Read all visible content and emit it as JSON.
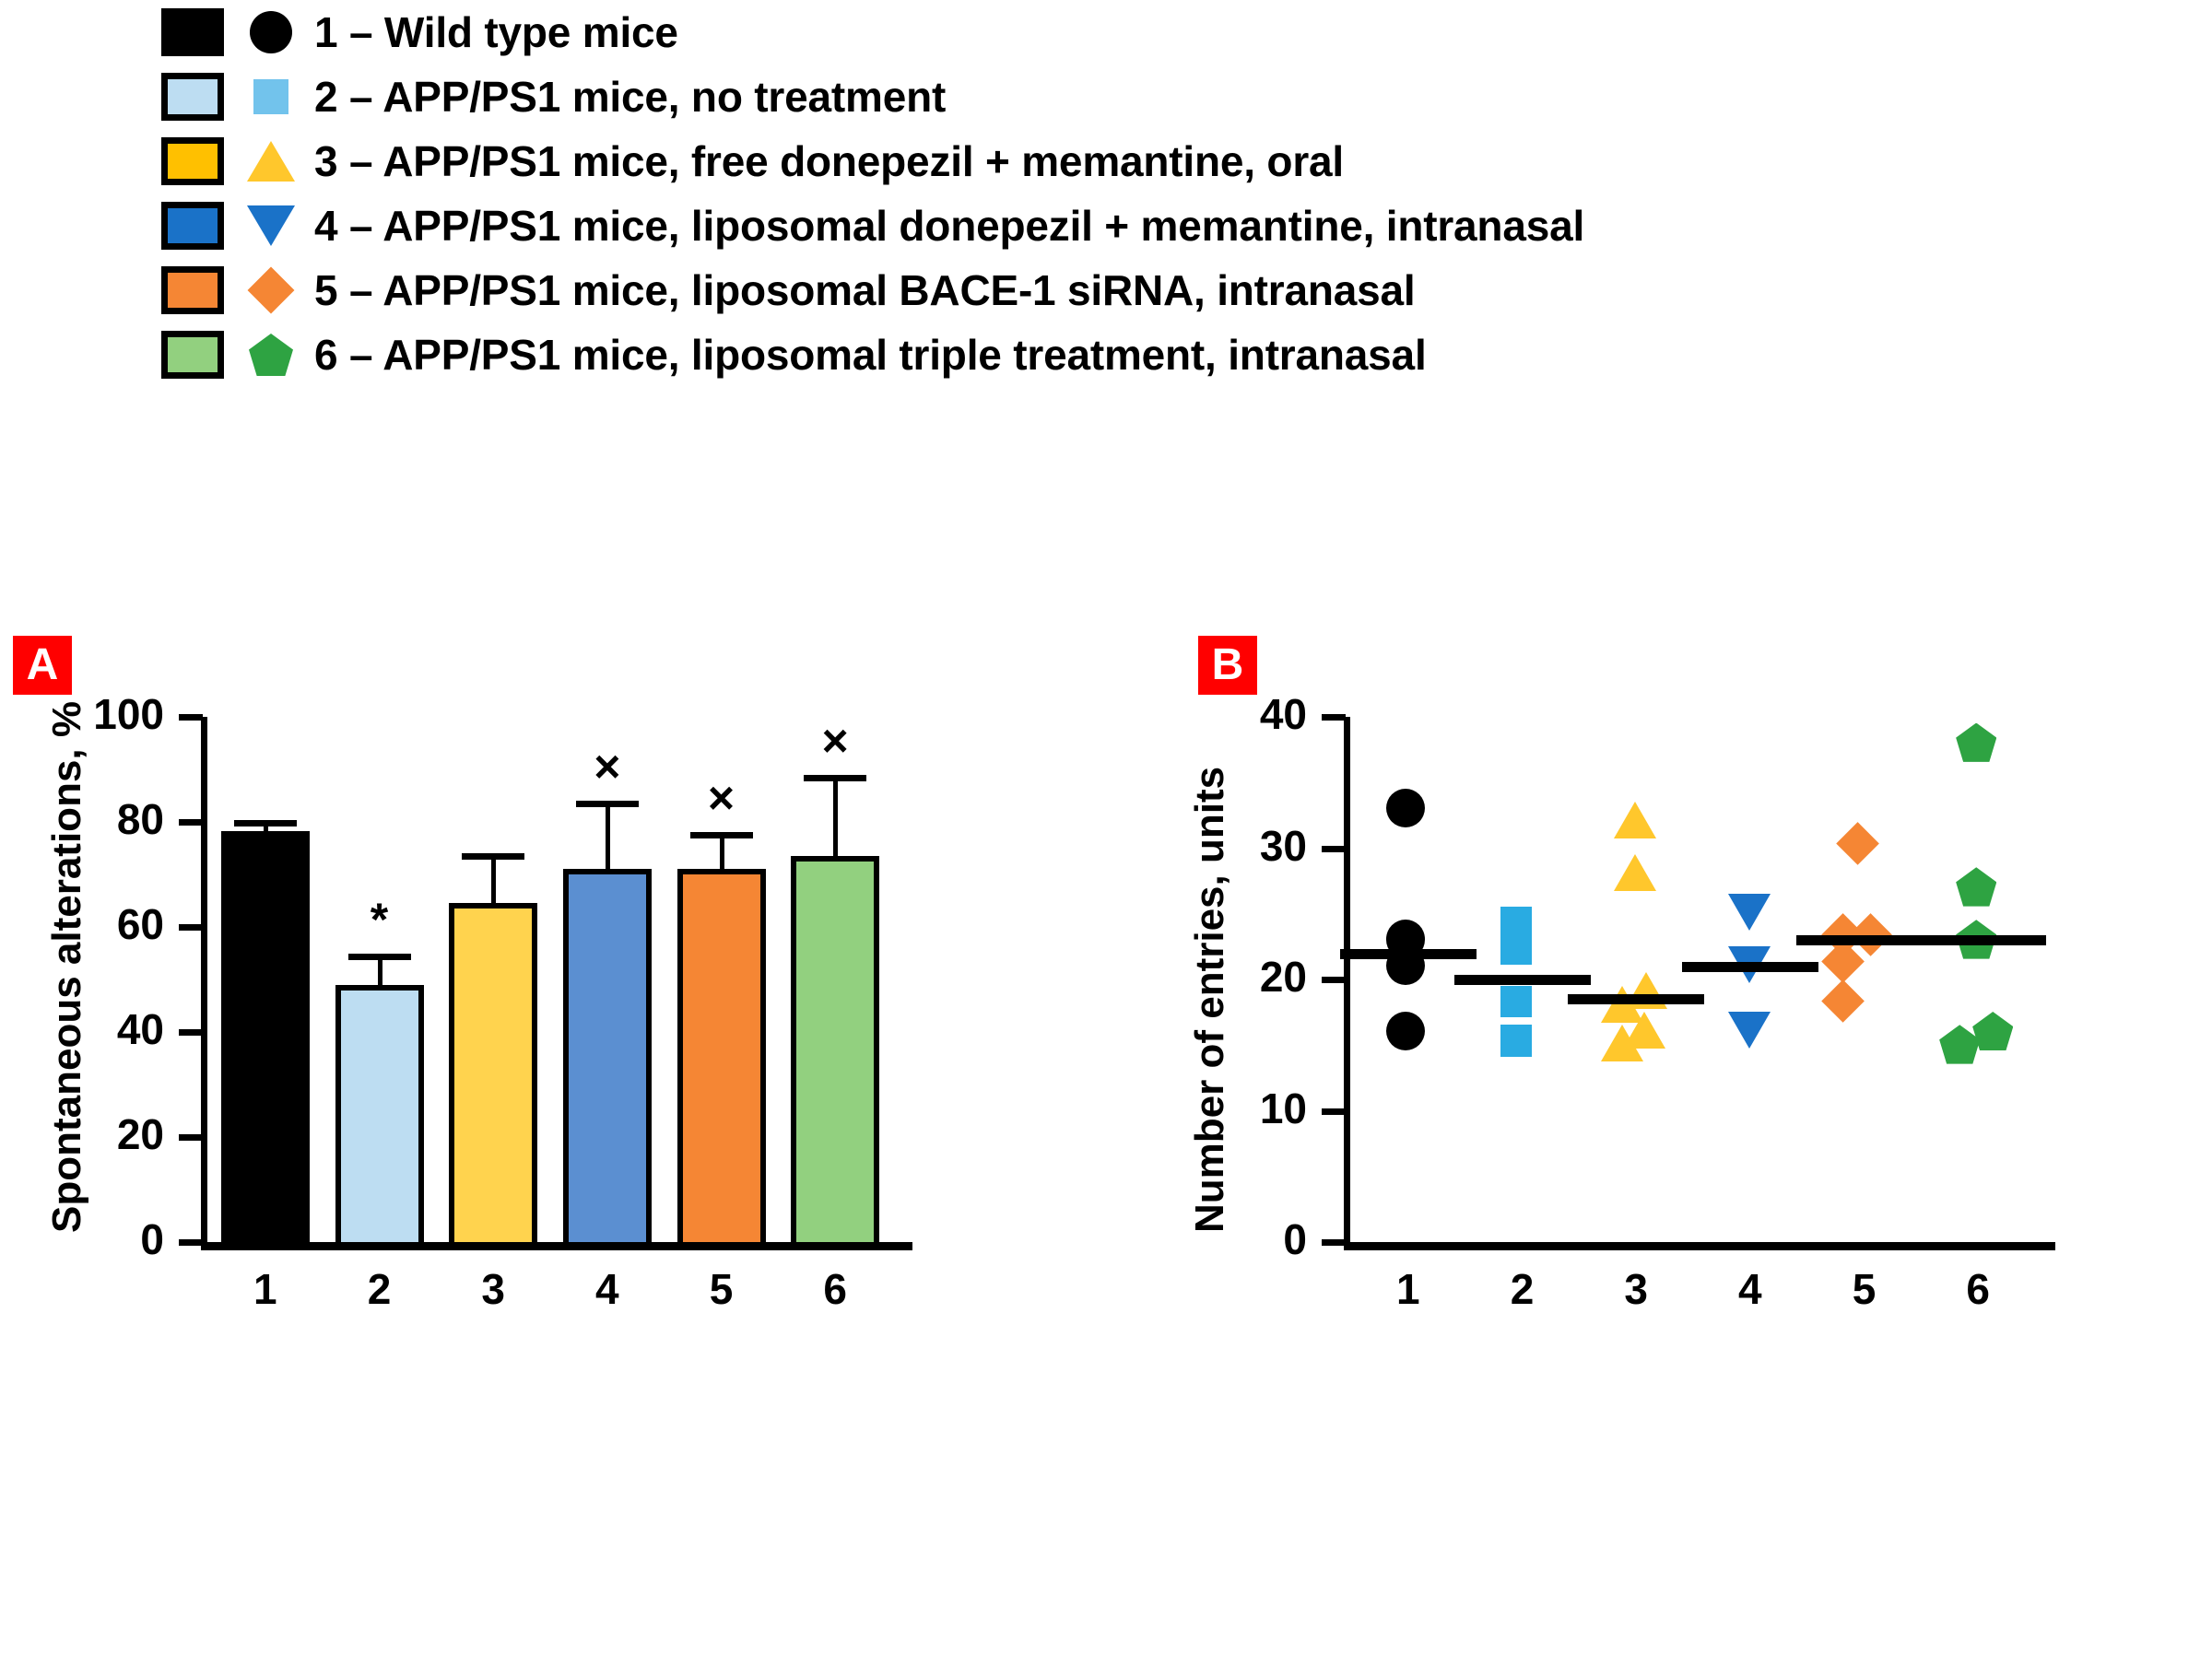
{
  "legend": {
    "items": [
      {
        "num": "1",
        "label": "1 – Wild type mice",
        "fill": "#000000",
        "marker": "circle",
        "marker_color": "#000000"
      },
      {
        "num": "2",
        "label": "2 – APP/PS1 mice, no treatment",
        "fill": "#BDDDF2",
        "marker": "square",
        "marker_color": "#72C3EC"
      },
      {
        "num": "3",
        "label": "3 – APP/PS1 mice, free donepezil + memantine, oral",
        "fill": "#FFC000",
        "marker": "triangle-up",
        "marker_color": "#FFC72C"
      },
      {
        "num": "4",
        "label": "4 – APP/PS1 mice, liposomal donepezil + memantine, intranasal",
        "fill": "#1A72C8",
        "marker": "triangle-down",
        "marker_color": "#1A72C8"
      },
      {
        "num": "5",
        "label": "5 – APP/PS1 mice, liposomal BACE-1 siRNA, intranasal",
        "fill": "#F58634",
        "marker": "diamond",
        "marker_color": "#F58634"
      },
      {
        "num": "6",
        "label": "6 – APP/PS1 mice, liposomal triple treatment, intranasal",
        "fill": "#92D07F",
        "marker": "pentagon",
        "marker_color": "#2EA342"
      }
    ]
  },
  "panels": {
    "a_tag": "A",
    "b_tag": "B"
  },
  "chart_data": [
    {
      "type": "bar",
      "panel": "A",
      "title": "",
      "xlabel": "",
      "ylabel": "Spontaneous alterations, %",
      "categories": [
        "1",
        "2",
        "3",
        "4",
        "5",
        "6"
      ],
      "values": [
        78.3,
        49.0,
        64.5,
        71.0,
        71.0,
        73.5
      ],
      "errors": [
        2.0,
        6.0,
        9.5,
        13.0,
        7.0,
        15.5
      ],
      "annotations": [
        "",
        "*",
        "",
        "×",
        "×",
        "×"
      ],
      "bar_colors": [
        "#000000",
        "#BDDDF2",
        "#FFD34E",
        "#5B8FD1",
        "#F58634",
        "#92D07F"
      ],
      "ylim": [
        0,
        100
      ],
      "yticks": [
        0,
        20,
        40,
        60,
        80,
        100
      ],
      "yticklabels": [
        "0",
        "20",
        "40",
        "60",
        "80",
        "100"
      ],
      "grid": false,
      "legend_position": "top"
    },
    {
      "type": "scatter",
      "panel": "B",
      "title": "",
      "xlabel": "",
      "ylabel": "Number of entries, units",
      "categories": [
        "1",
        "2",
        "3",
        "4",
        "5",
        "6"
      ],
      "ylim": [
        0,
        40
      ],
      "yticks": [
        0,
        10,
        20,
        30,
        40
      ],
      "yticklabels": [
        "0",
        "10",
        "20",
        "30",
        "40"
      ],
      "grid": false,
      "legend_position": "top",
      "series": [
        {
          "name": "1 – Wild type mice",
          "marker": "circle",
          "color": "#000000",
          "values": [
            33,
            23,
            21,
            16
          ],
          "offsets": [
            0,
            0,
            0,
            0
          ],
          "median": 22
        },
        {
          "name": "2 – APP/PS1 mice, no treatment",
          "marker": "square",
          "color": "#29ABE2",
          "values": [
            24,
            22,
            18,
            15
          ],
          "offsets": [
            0,
            0,
            0,
            0
          ],
          "median": 20
        },
        {
          "name": "3 – APP/PS1 mice, free donepezil + memantine, oral",
          "marker": "triangle-up",
          "color": "#FFC72C",
          "values": [
            32,
            28,
            19,
            18,
            16,
            15
          ],
          "offsets": [
            0,
            0,
            12,
            -14,
            10,
            -14
          ],
          "median": 18.5
        },
        {
          "name": "4 – APP/PS1 mice, liposomal donepezil + memantine, intranasal",
          "marker": "triangle-down",
          "color": "#1A72C8",
          "values": [
            25,
            21,
            16
          ],
          "offsets": [
            0,
            0,
            0
          ],
          "median": 21
        },
        {
          "name": "5 – APP/PS1 mice, liposomal BACE-1 siRNA, intranasal",
          "marker": "diamond",
          "color": "#F58634",
          "values": [
            30,
            23,
            23,
            21,
            18
          ],
          "offsets": [
            0,
            -16,
            14,
            -16,
            -16
          ],
          "median": 23
        },
        {
          "name": "6 – APP/PS1 mice, liposomal triple treatment, intranasal",
          "marker": "pentagon",
          "color": "#2EA342",
          "values": [
            38,
            27,
            23,
            16,
            15
          ],
          "offsets": [
            0,
            0,
            0,
            18,
            -18
          ],
          "median": 23
        }
      ]
    }
  ]
}
